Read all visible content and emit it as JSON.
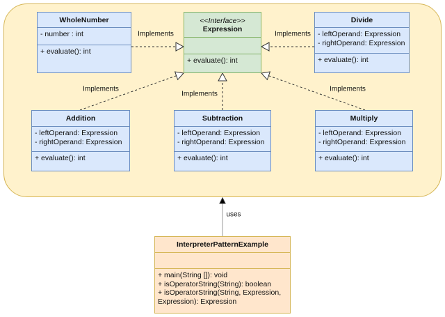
{
  "classes": [
    {
      "id": "wholenumber",
      "name": "WholeNumber",
      "attributes": [
        "- number : int"
      ],
      "operations": [
        "+ evaluate(): int"
      ],
      "color": "#dae8fc"
    },
    {
      "id": "expression",
      "stereotype": "<<Interface>>",
      "name": "Expression",
      "attributes": [],
      "operations": [
        "+ evaluate(): int"
      ],
      "color": "#d5e8d4"
    },
    {
      "id": "divide",
      "name": "Divide",
      "attributes": [
        "- leftOperand: Expression",
        "- rightOperand: Expression"
      ],
      "operations": [
        "+ evaluate(): int"
      ],
      "color": "#dae8fc"
    },
    {
      "id": "addition",
      "name": "Addition",
      "attributes": [
        "- leftOperand: Expression",
        "- rightOperand: Expression"
      ],
      "operations": [
        "+ evaluate(): int"
      ],
      "color": "#dae8fc"
    },
    {
      "id": "subtraction",
      "name": "Subtraction",
      "attributes": [
        "- leftOperand: Expression",
        "- rightOperand: Expression"
      ],
      "operations": [
        "+ evaluate(): int"
      ],
      "color": "#dae8fc"
    },
    {
      "id": "multiply",
      "name": "Multiply",
      "attributes": [
        "- leftOperand: Expression",
        "- rightOperand: Expression"
      ],
      "operations": [
        "+ evaluate(): int"
      ],
      "color": "#dae8fc"
    },
    {
      "id": "interpreter",
      "name": "InterpreterPatternExample",
      "attributes": [],
      "operations": [
        "+ main(String []): void",
        "+ isOperatorString(String): boolean",
        "+ isOperatorString(String, Expression, Expression): Expression"
      ],
      "color": "#ffe6cc"
    }
  ],
  "relations": [
    {
      "from": "wholenumber",
      "to": "expression",
      "type": "realization",
      "label": "Implements"
    },
    {
      "from": "divide",
      "to": "expression",
      "type": "realization",
      "label": "Implements"
    },
    {
      "from": "addition",
      "to": "expression",
      "type": "realization",
      "label": "Implements"
    },
    {
      "from": "subtraction",
      "to": "expression",
      "type": "realization",
      "label": "Implements"
    },
    {
      "from": "multiply",
      "to": "expression",
      "type": "realization",
      "label": "Implements"
    },
    {
      "from": "interpreter",
      "to": "expression-group",
      "type": "dependency",
      "label": "uses"
    }
  ],
  "group": {
    "fill": "#fff2cc",
    "stroke": "#d6b656"
  }
}
